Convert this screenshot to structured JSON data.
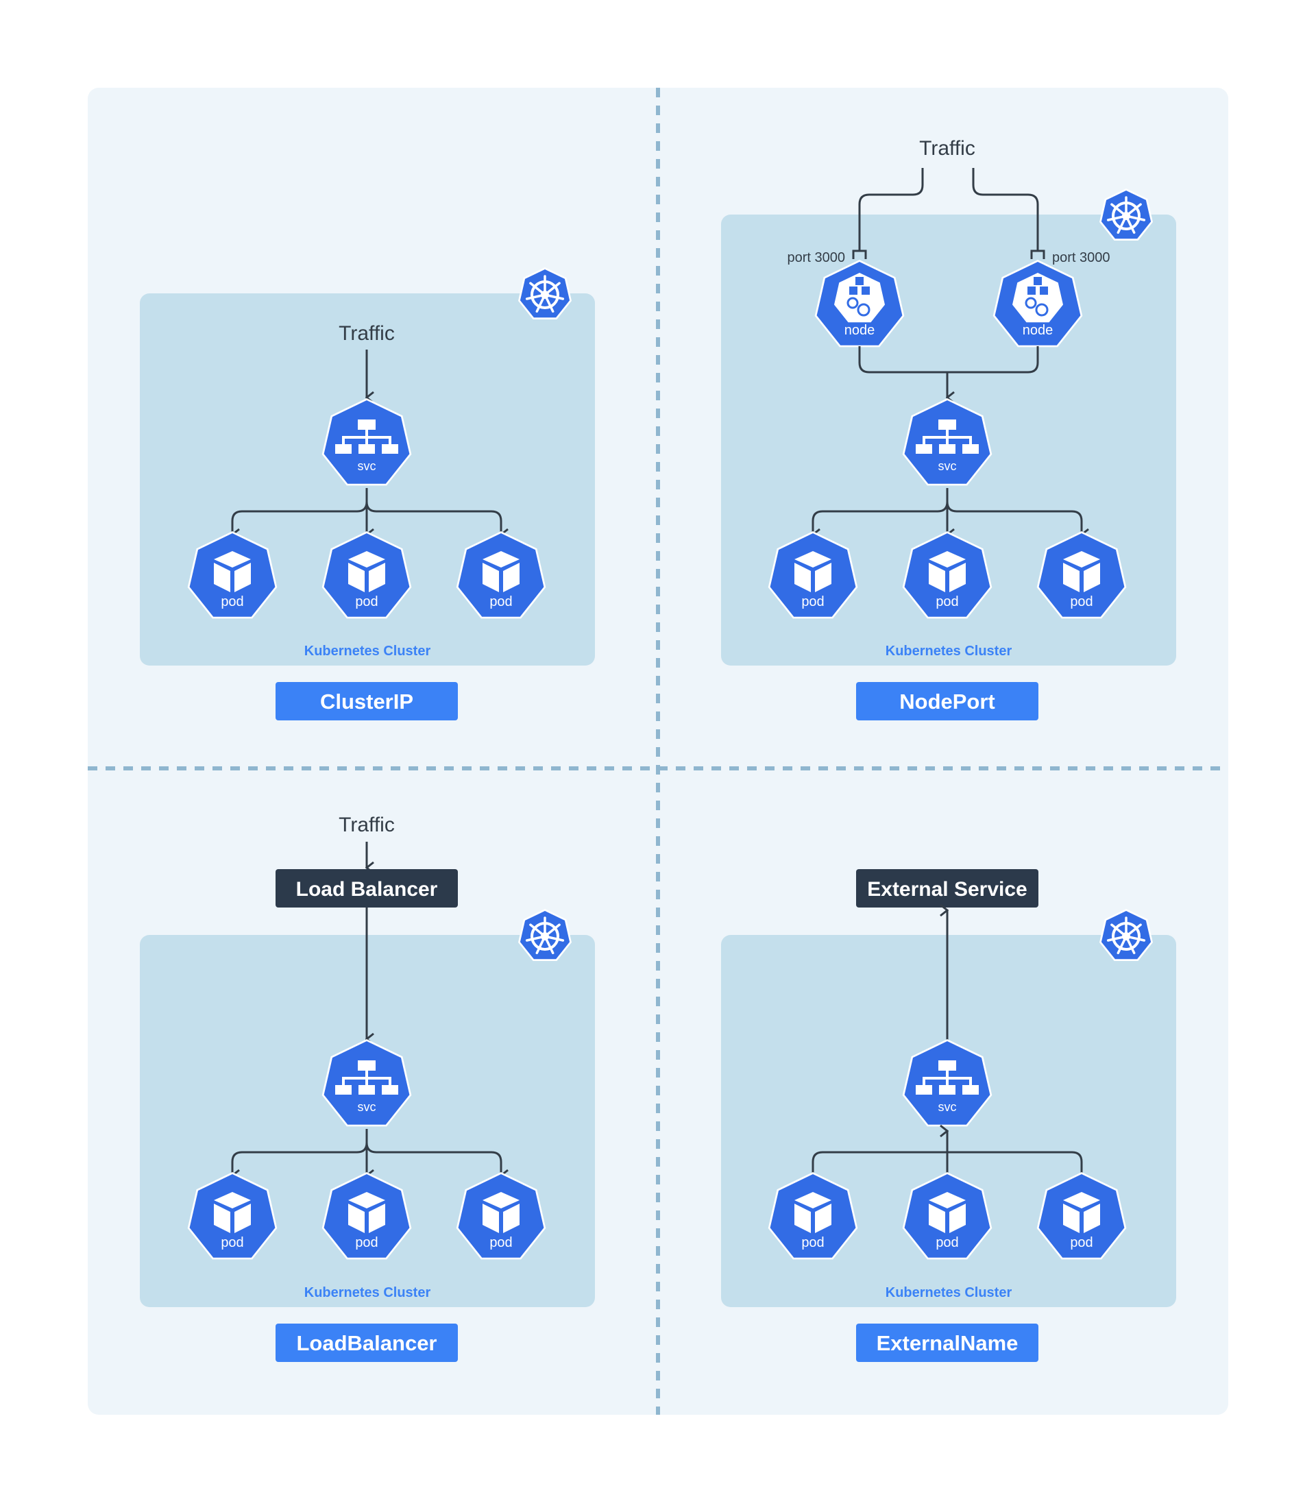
{
  "traffic_label": "Traffic",
  "cluster_label": "Kubernetes Cluster",
  "svc_label": "svc",
  "pod_label": "pod",
  "node_label": "node",
  "port_label": "port 3000",
  "load_balancer_box": "Load Balancer",
  "external_service_box": "External Service",
  "panels": [
    {
      "id": "clusterip",
      "title": "ClusterIP"
    },
    {
      "id": "nodeport",
      "title": "NodePort"
    },
    {
      "id": "loadbalancer",
      "title": "LoadBalancer"
    },
    {
      "id": "externalname",
      "title": "ExternalName"
    }
  ],
  "colors": {
    "page_bg": "#ffffff",
    "outer_bg": "#eef5fa",
    "cluster_bg": "#c4dfec",
    "divider": "#8fb6cf",
    "k8s_blue": "#326ce5",
    "label_blue": "#3b82f6",
    "title_pill": "#3b82f6",
    "dark_box": "#2c3a4b",
    "line": "#333d47",
    "text_dark": "#333d47"
  },
  "icons": [
    "kubernetes-helm-icon",
    "svc-network-icon",
    "pod-cube-icon",
    "node-cubes-gears-icon"
  ]
}
